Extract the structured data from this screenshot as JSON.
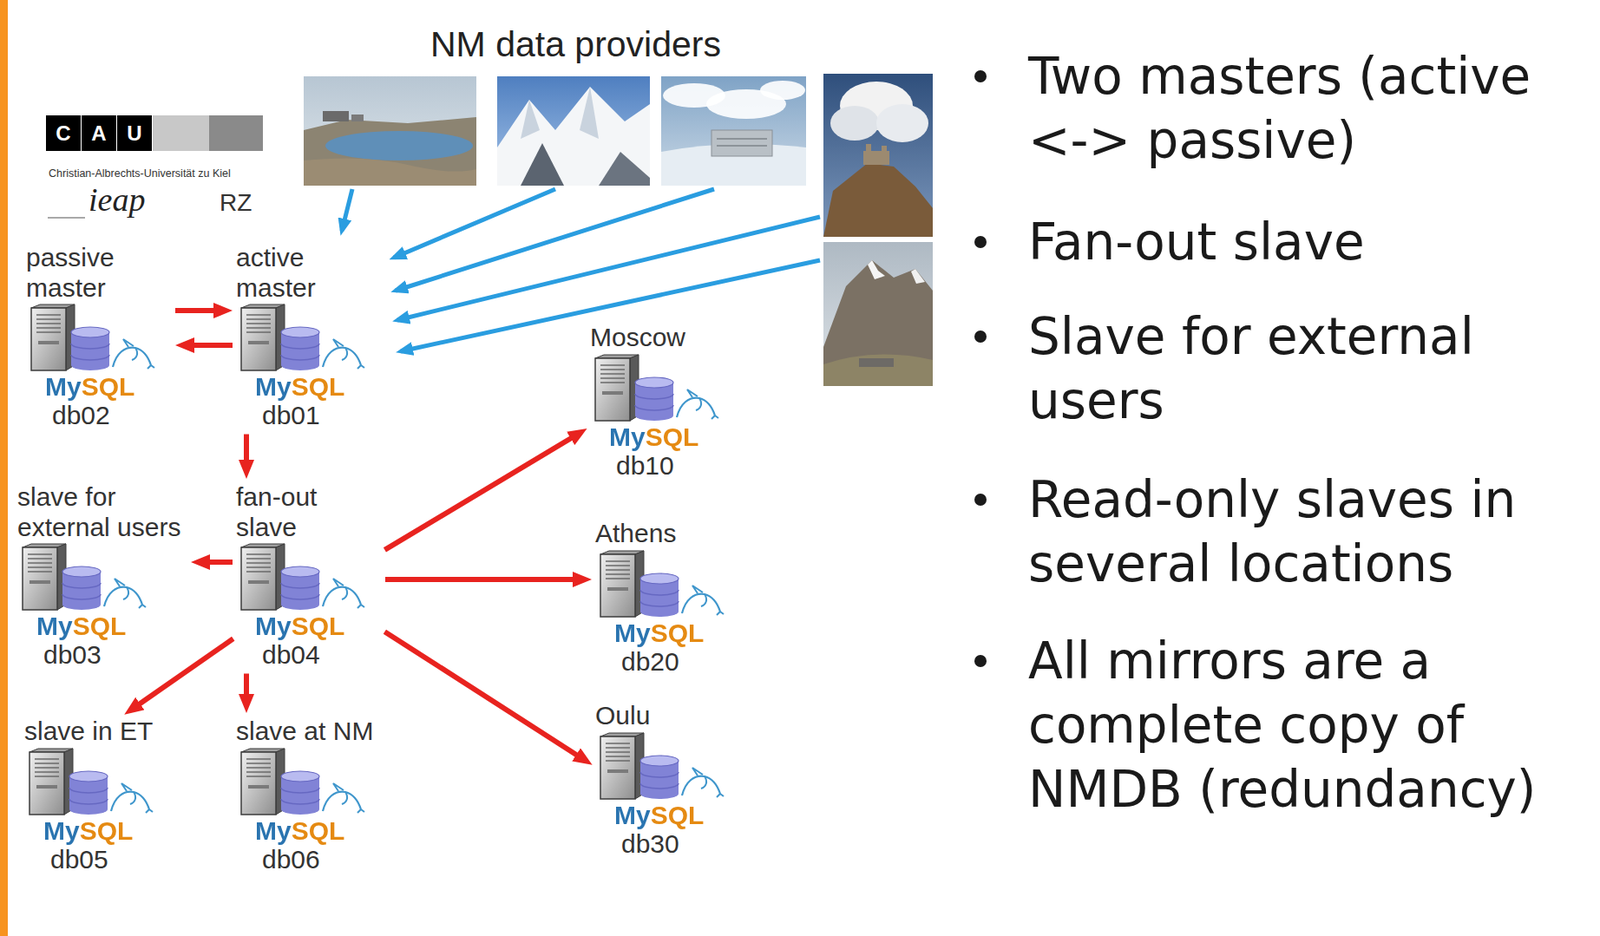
{
  "diagram": {
    "nodes": [
      {
        "text": [
          "passive master",
          "MySQL",
          "db02"
        ]
      },
      {
        "text": [
          "active master",
          "MySQL",
          "db01"
        ]
      },
      {
        "text": [
          "Moscow",
          "MySQL",
          "db10"
        ]
      },
      {
        "text": [
          "slave for external users",
          "MySQL",
          "db03"
        ]
      },
      {
        "text": [
          "fan-out slave",
          "MySQL",
          "db04"
        ]
      },
      {
        "text": [
          "Athens",
          "MySQL",
          "db20"
        ]
      },
      {
        "text": [
          "slave in ET",
          "MySQL",
          "db05"
        ]
      },
      {
        "text": [
          "slave at NM",
          "MySQL",
          "db06"
        ]
      },
      {
        "text": [
          "Oulu",
          "MySQL",
          "db30"
        ]
      }
    ],
    "edges": [
      {
        "from": 0,
        "to": 1,
        "arrow": "to"
      },
      {
        "from": 1,
        "to": 0,
        "arrow": "to"
      },
      {
        "from": 1,
        "to": 4,
        "arrow": "to"
      },
      {
        "from": 4,
        "to": 3,
        "arrow": "to"
      },
      {
        "from": 4,
        "to": 2,
        "arrow": "to"
      },
      {
        "from": 4,
        "to": 5,
        "arrow": "to"
      },
      {
        "from": 4,
        "to": 8,
        "arrow": "to"
      },
      {
        "from": 4,
        "to": 6,
        "arrow": "to"
      },
      {
        "from": 4,
        "to": 7,
        "arrow": "to"
      }
    ],
    "labels": [
      "NM data providers",
      "C",
      "A",
      "U",
      "Christian-Albrechts-Universität zu Kiel",
      "ieap",
      "RZ",
      "Two masters (active <-> passive)",
      "Fan-out slave",
      "Slave for external users",
      "Read-only slaves in several locations",
      "All mirrors are a complete copy of NMDB (redundancy)"
    ]
  }
}
